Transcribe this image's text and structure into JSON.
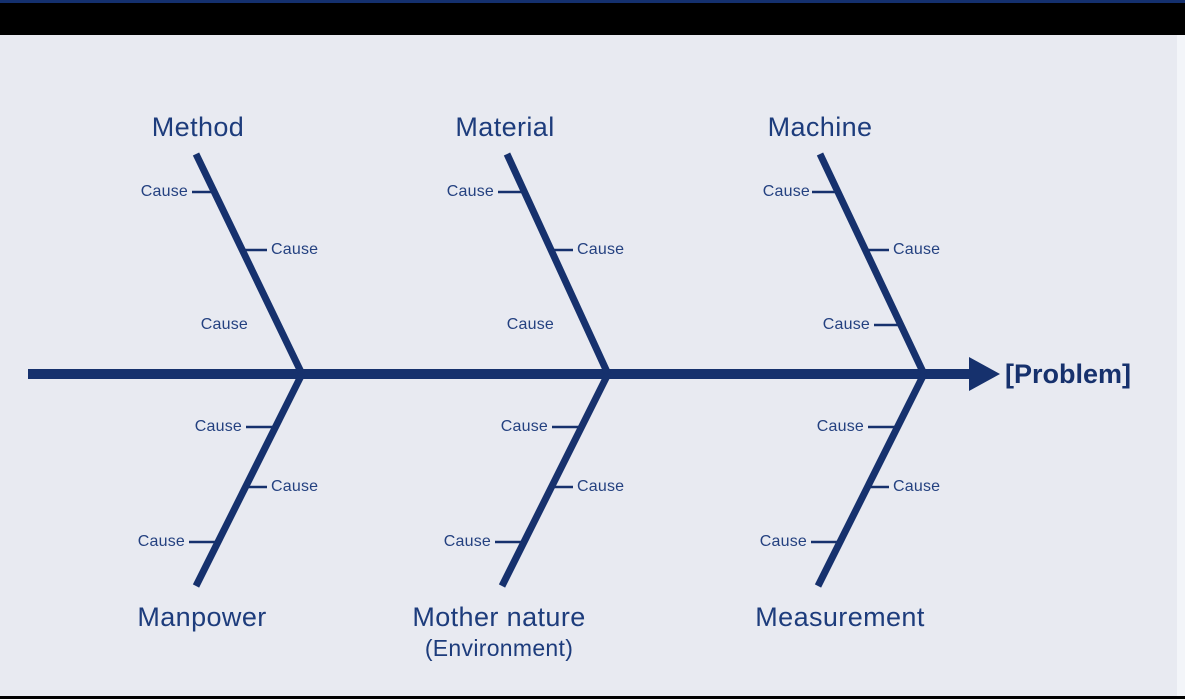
{
  "diagram": {
    "type": "fishbone",
    "problem_label": "[Problem]",
    "cause_label": "Cause",
    "categories": [
      {
        "id": "method",
        "label": "Method",
        "position": "top"
      },
      {
        "id": "material",
        "label": "Material",
        "position": "top"
      },
      {
        "id": "machine",
        "label": "Machine",
        "position": "top"
      },
      {
        "id": "manpower",
        "label": "Manpower",
        "position": "bottom"
      },
      {
        "id": "mother-nature",
        "label": "Mother nature",
        "sublabel": "(Environment)",
        "position": "bottom"
      },
      {
        "id": "measurement",
        "label": "Measurement",
        "position": "bottom"
      }
    ],
    "causes_per_category": 3,
    "colors": {
      "line": "#16316d",
      "category_text": "#1d3c7c",
      "cause_text": "#244180",
      "problem_text": "#16316d",
      "background": "#e8eaf1",
      "top_bar": "#000000",
      "top_accent": "#14306e"
    }
  }
}
